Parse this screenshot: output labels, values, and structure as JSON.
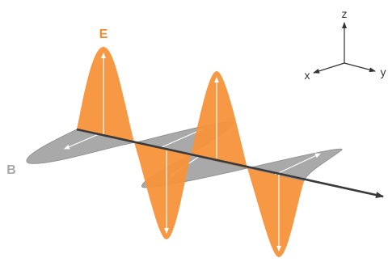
{
  "labels": {
    "electric_field": "E",
    "magnetic_field": "B"
  },
  "axes": {
    "z": "z",
    "x": "x",
    "y": "y"
  },
  "colors": {
    "electric_wave": "#f7923b",
    "magnetic_wave": "#9a9a9a",
    "propagation_axis": "#3a3a3a",
    "field_arrows": "#ffffff",
    "label_e": "#f28a30",
    "label_b": "#a8a8a8",
    "axis_text": "#333333"
  }
}
